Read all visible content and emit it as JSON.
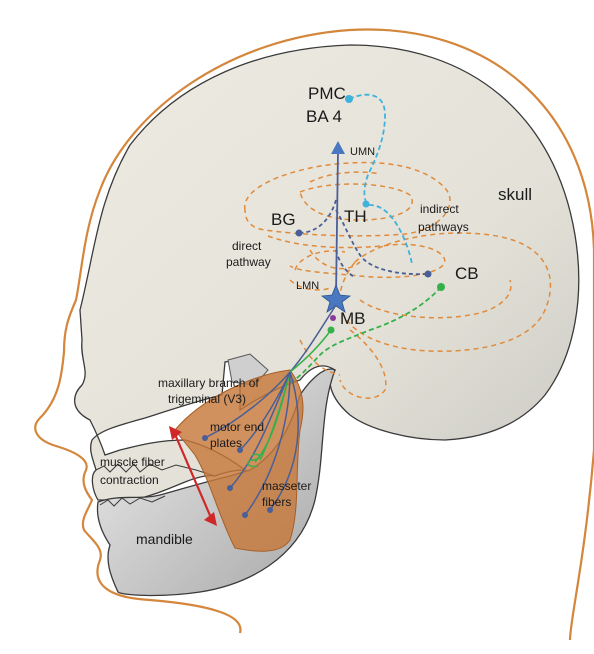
{
  "labels": {
    "pmc": "PMC",
    "ba4": "BA 4",
    "umn": "UMN",
    "skull": "skull",
    "bg": "BG",
    "th": "TH",
    "indirect_1": "indirect",
    "indirect_2": "pathways",
    "direct_1": "direct",
    "direct_2": "pathway",
    "lmn": "LMN",
    "cb": "CB",
    "mb": "MB",
    "maxillary_1": "maxillary branch of",
    "maxillary_2": "trigeminal (V3)",
    "motor_1": "motor end",
    "motor_2": "plates",
    "muscle_1": "muscle fiber",
    "muscle_2": "contraction",
    "masseter_1": "masseter",
    "masseter_2": "fibers",
    "mandible": "mandible"
  },
  "colors": {
    "head_outline": "#d4863c",
    "skull_fill": "#e9e6da",
    "skull_stroke": "#3a3a3a",
    "mandible_fill": "#c9c9c9",
    "masseter_fill": "#c7793a",
    "indirect_dash": "#e08a3c",
    "pmc_path": "#3fb2dc",
    "umn_path": "#4a5f97",
    "cb_path": "#35b04a",
    "arrow_red": "#d02828",
    "star": "#4a78c0",
    "mb_dot": "#8a3a9a"
  }
}
